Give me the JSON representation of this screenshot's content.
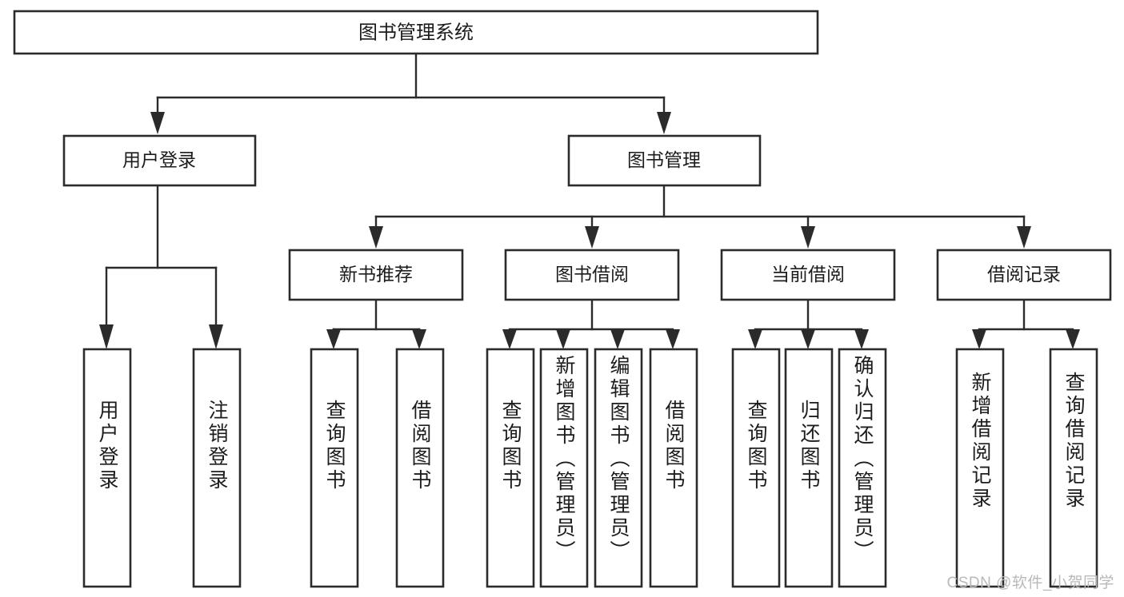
{
  "diagram": {
    "title_text": "图书管理系统",
    "type": "tree-hierarchy-chart",
    "stroke_color": "#2b2b2b",
    "fill_color": "#ffffff",
    "text_color": "#1c1c1c"
  },
  "root": {
    "id": "root",
    "label": "图书管理系统"
  },
  "level2": [
    {
      "id": "user-login",
      "label": "用户登录"
    },
    {
      "id": "book-management",
      "label": "图书管理"
    }
  ],
  "level3": [
    {
      "id": "new-book-recommend",
      "label": "新书推荐"
    },
    {
      "id": "book-borrow",
      "label": "图书借阅"
    },
    {
      "id": "current-borrow",
      "label": "当前借阅"
    },
    {
      "id": "borrow-record",
      "label": "借阅记录"
    }
  ],
  "leaves": {
    "user_login": [
      {
        "id": "leaf-user-login",
        "label": "用户登录"
      },
      {
        "id": "leaf-logout",
        "label": "注销登录"
      }
    ],
    "new_book_recommend": [
      {
        "id": "leaf-query-book-1",
        "label": "查询图书"
      },
      {
        "id": "leaf-borrow-book-1",
        "label": "借阅图书"
      }
    ],
    "book_borrow": [
      {
        "id": "leaf-query-book-2",
        "label": "查询图书"
      },
      {
        "id": "leaf-add-book",
        "label": "新增图书（管理员）"
      },
      {
        "id": "leaf-edit-book",
        "label": "编辑图书（管理员）"
      },
      {
        "id": "leaf-borrow-book-2",
        "label": "借阅图书"
      }
    ],
    "current_borrow": [
      {
        "id": "leaf-query-book-3",
        "label": "查询图书"
      },
      {
        "id": "leaf-return-book",
        "label": "归还图书"
      },
      {
        "id": "leaf-confirm-return",
        "label": "确认归还（管理员）"
      }
    ],
    "borrow_record": [
      {
        "id": "leaf-add-record",
        "label": "新增借阅记录"
      },
      {
        "id": "leaf-query-record",
        "label": "查询借阅记录"
      }
    ]
  },
  "watermark": {
    "text": "CSDN @软件_小贺同学"
  }
}
